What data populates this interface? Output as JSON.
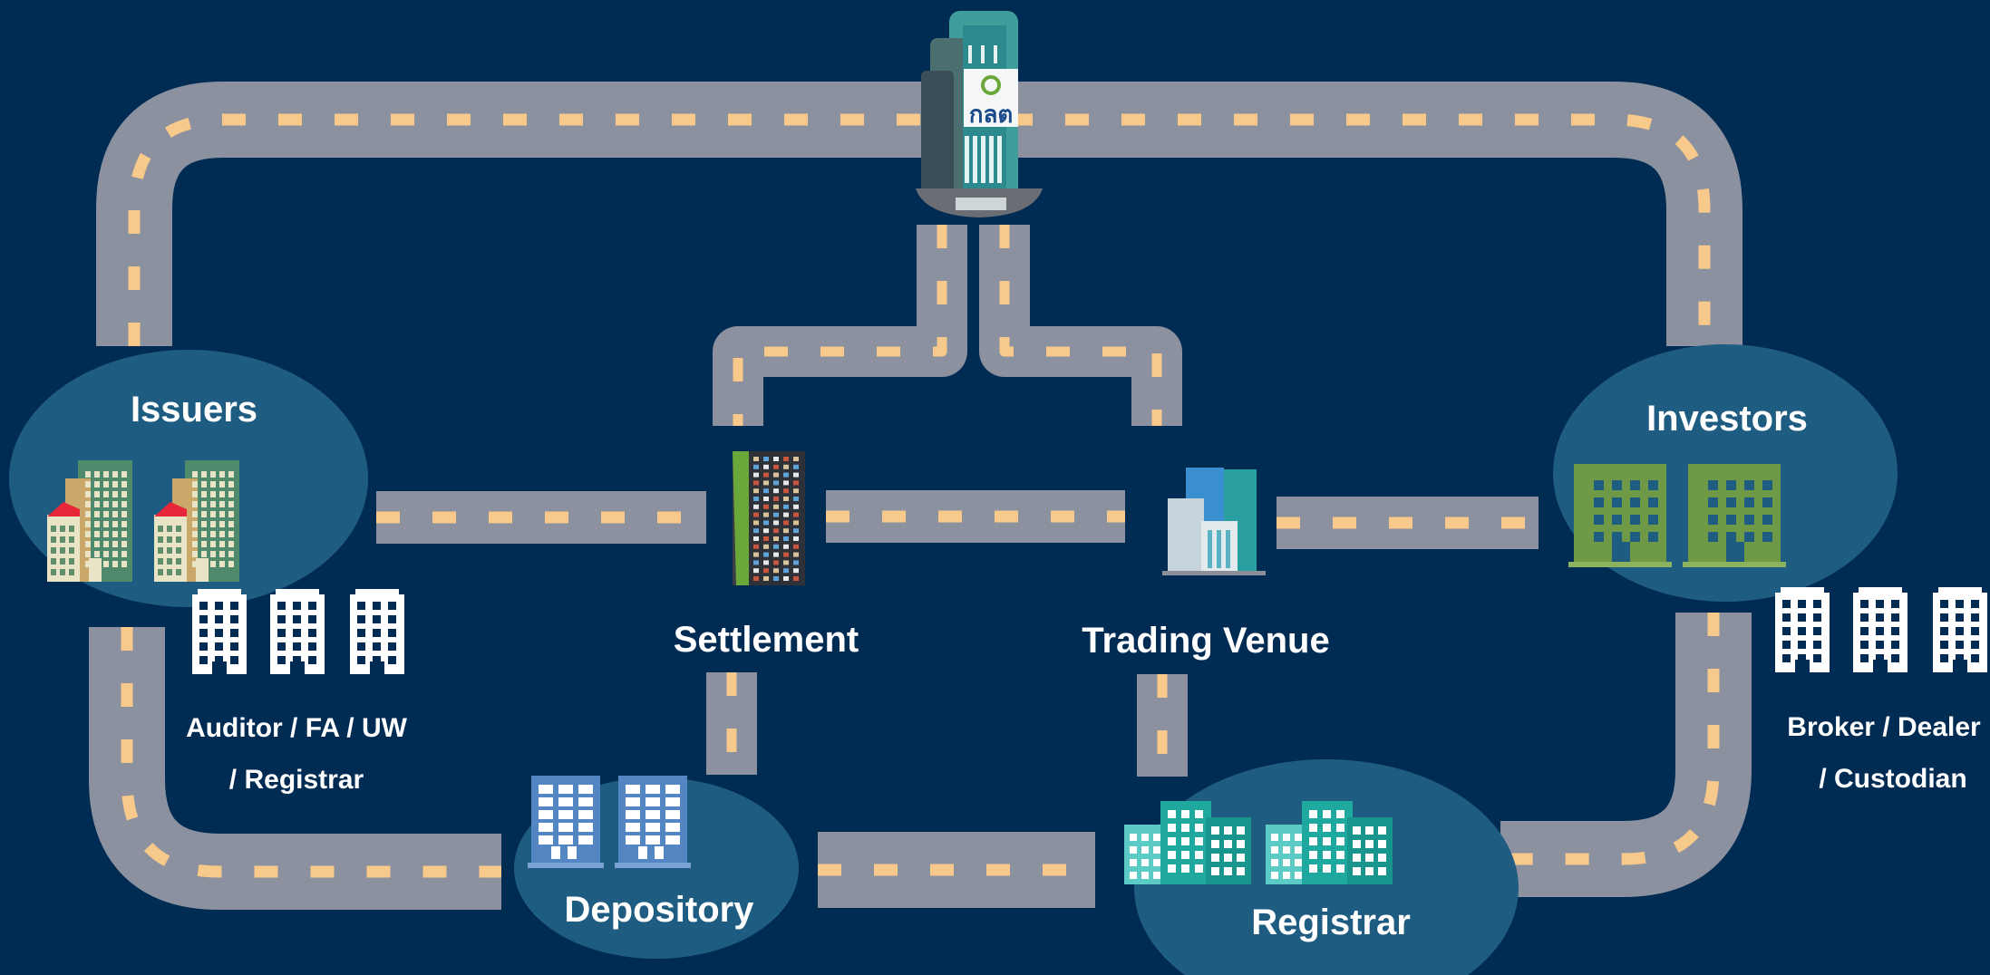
{
  "regulator": {
    "logo_text": "กลต"
  },
  "nodes": {
    "issuers": "Issuers",
    "investors": "Investors",
    "settlement": "Settlement",
    "trading_venue": "Trading Venue",
    "depository": "Depository",
    "registrar": "Registrar"
  },
  "service_providers": {
    "issuer_side_line1": "Auditor / FA / UW",
    "issuer_side_line2": "/ Registrar",
    "investor_side_line1": "Broker / Dealer",
    "investor_side_line2": "/ Custodian"
  },
  "colors": {
    "background": "#002b53",
    "ellipse": "#1f5c82",
    "road": "#8c919f",
    "road_dash": "#f7c98a",
    "issuer_building": "#4f8a6c",
    "investor_building": "#6e9946",
    "depository_building": "#5586c4",
    "registrar_building": "#1ea89e",
    "regulator_building": "#2c8a8e"
  }
}
